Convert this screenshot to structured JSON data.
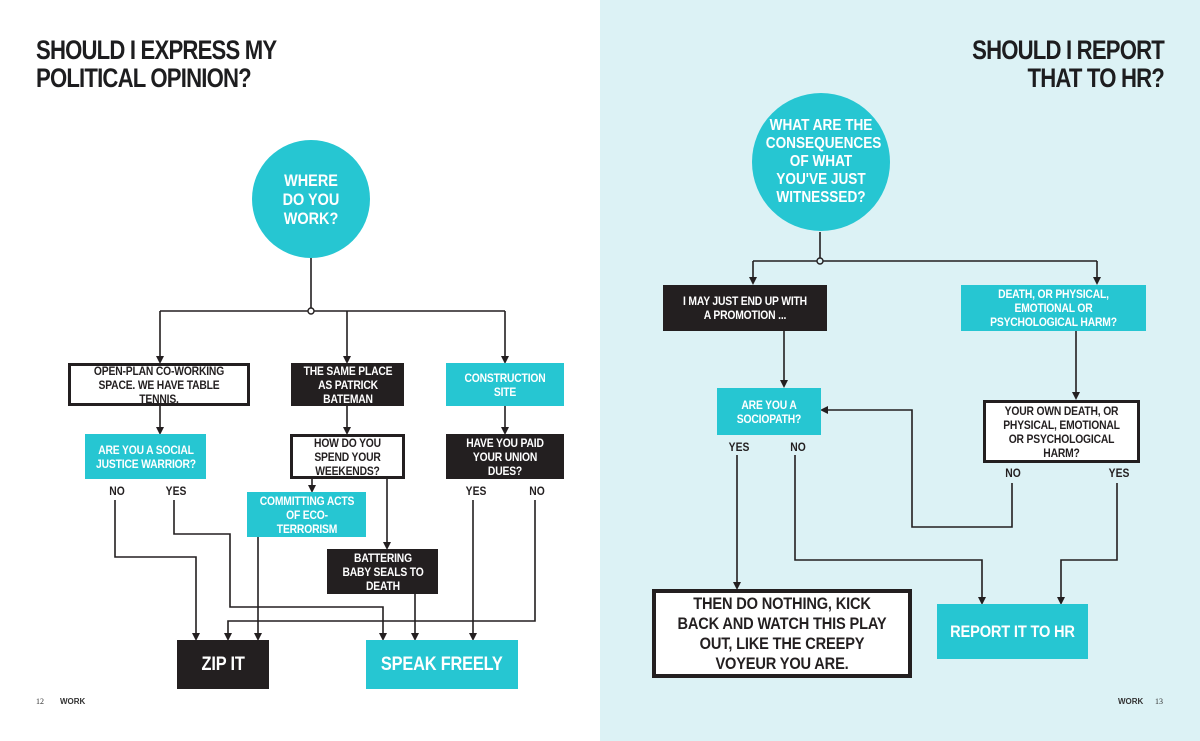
{
  "left": {
    "title_line1": "SHOULD I EXPRESS MY",
    "title_line2": "POLITICAL OPINION?",
    "start": "WHERE DO YOU WORK?",
    "opt_openplan": "OPEN-PLAN CO-WORKING SPACE. WE HAVE TABLE TENNIS.",
    "opt_bateman": "THE SAME PLACE AS PATRICK BATEMAN",
    "opt_construction": "CONSTRUCTION SITE",
    "q_sjw": "ARE YOU A SOCIAL JUSTICE WARRIOR?",
    "q_weekends": "HOW DO YOU SPEND YOUR WEEKENDS?",
    "q_union": "HAVE YOU PAID YOUR UNION DUES?",
    "ans_eco": "COMMITTING ACTS OF ECO-TERRORISM",
    "ans_seals": "BATTERING BABY SEALS TO DEATH",
    "sjw_no": "NO",
    "sjw_yes": "YES",
    "union_yes": "YES",
    "union_no": "NO",
    "result_zip": "ZIP IT",
    "result_speak": "SPEAK FREELY",
    "page_number": "12",
    "section": "WORK"
  },
  "right": {
    "title_line1": "SHOULD I REPORT",
    "title_line2": "THAT TO HR?",
    "start": "WHAT ARE THE CONSEQUENCES OF WHAT YOU'VE JUST WITNESSED?",
    "opt_promotion": "I MAY JUST END UP WITH A PROMOTION ...",
    "opt_harm": "DEATH, OR PHYSICAL, EMOTIONAL OR PSYCHOLOGICAL HARM?",
    "q_sociopath": "ARE YOU A SOCIOPATH?",
    "q_own": "YOUR OWN DEATH, OR PHYSICAL, EMOTIONAL OR PSYCHOLOGICAL HARM?",
    "soc_yes": "YES",
    "soc_no": "NO",
    "own_no": "NO",
    "own_yes": "YES",
    "result_nothing": "THEN DO NOTHING, KICK BACK AND WATCH THIS PLAY OUT, LIKE THE CREEPY VOYEUR YOU ARE.",
    "result_report": "REPORT IT TO HR",
    "page_number": "13",
    "section": "WORK"
  },
  "colors": {
    "teal": "#26c6d2",
    "dark": "#231f20",
    "right_bg": "#dcf2f5"
  }
}
